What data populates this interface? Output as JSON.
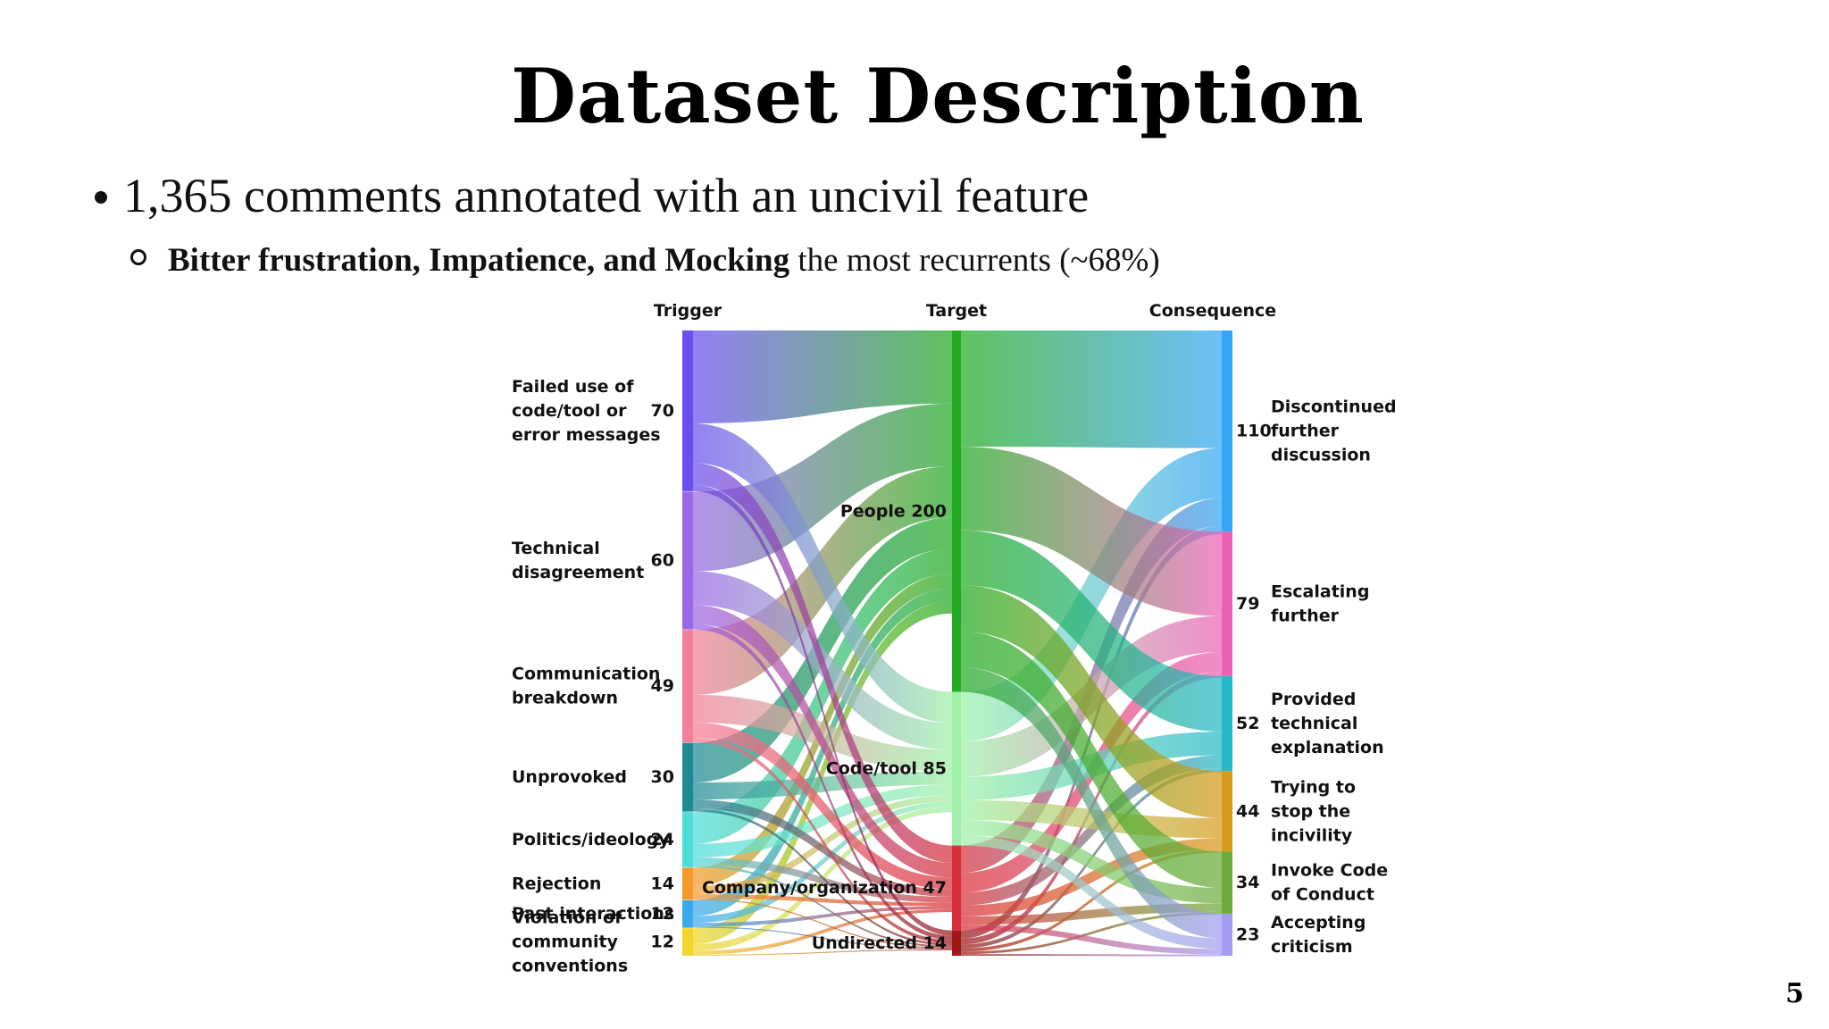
{
  "slide": {
    "title": "Dataset Description",
    "bullet1": "1,365 comments annotated with an uncivil feature",
    "bullet2_bold": "Bitter frustration, Impatience, and Mocking",
    "bullet2_rest": " the most recurrents (~68%)",
    "page_number": "5"
  },
  "chart_data": {
    "type": "sankey",
    "columns": [
      "Trigger",
      "Target",
      "Consequence"
    ],
    "triggers": [
      {
        "label": [
          "Failed use of",
          "code/tool or",
          "error messages"
        ],
        "value": 70,
        "color": "#6a4ff0"
      },
      {
        "label": [
          "Technical",
          "disagreement"
        ],
        "value": 60,
        "color": "#9a67e6"
      },
      {
        "label": [
          "Communication",
          "breakdown"
        ],
        "value": 49,
        "color": "#f47f98"
      },
      {
        "label": [
          "Unprovoked"
        ],
        "value": 30,
        "color": "#1f8a96"
      },
      {
        "label": [
          "Politics/ideology"
        ],
        "value": 24,
        "color": "#4fdcdc"
      },
      {
        "label": [
          "Rejection"
        ],
        "value": 14,
        "color": "#f59a2a"
      },
      {
        "label": [
          "Past interactions"
        ],
        "value": 12,
        "color": "#3aa9ec"
      },
      {
        "label": [
          "Violation of",
          "community",
          "conventions"
        ],
        "value": 12,
        "color": "#f2d52a"
      }
    ],
    "targets": [
      {
        "label": "People",
        "value": 200,
        "color": "#22aa22"
      },
      {
        "label": "Code/tool",
        "value": 85,
        "color": "#9ef0a8"
      },
      {
        "label": "Company/organization",
        "value": 47,
        "color": "#d8303a"
      },
      {
        "label": "Undirected",
        "value": 14,
        "color": "#a01818"
      }
    ],
    "consequences": [
      {
        "label": [
          "Discontinued",
          "further",
          "discussion"
        ],
        "value": 110,
        "color": "#35a6f5"
      },
      {
        "label": [
          "Escalating",
          "further"
        ],
        "value": 79,
        "color": "#ea62b4"
      },
      {
        "label": [
          "Provided",
          "technical",
          "explanation"
        ],
        "value": 52,
        "color": "#25b8c8"
      },
      {
        "label": [
          "Trying to",
          "stop the",
          "incivility"
        ],
        "value": 44,
        "color": "#d89a1a"
      },
      {
        "label": [
          "Invoke Code",
          "of Conduct"
        ],
        "value": 34,
        "color": "#6cab3a"
      },
      {
        "label": [
          "Accepting",
          "criticism"
        ],
        "value": 23,
        "color": "#a49cf2"
      }
    ]
  }
}
